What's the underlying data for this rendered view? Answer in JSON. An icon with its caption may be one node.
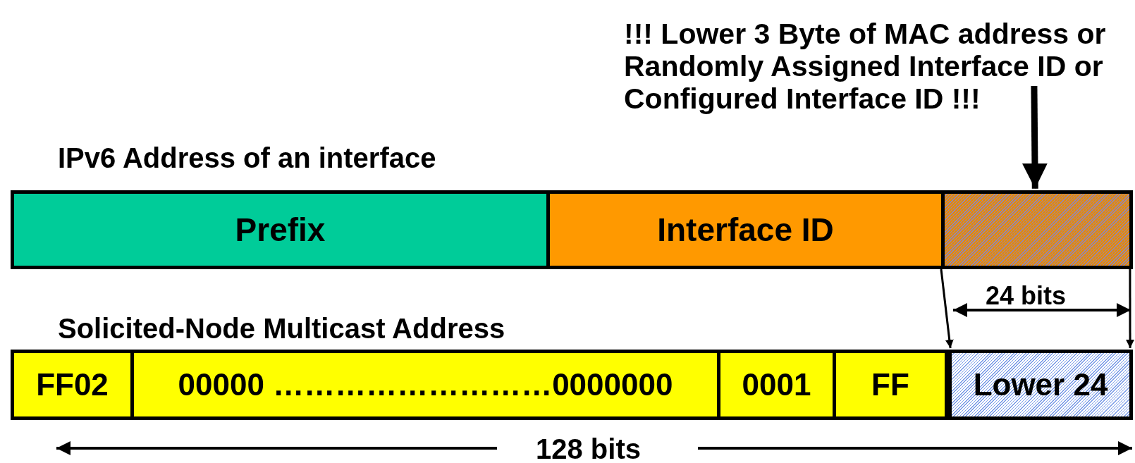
{
  "diagram": {
    "nodes": [
      {
        "text": [
          "Prefix"
        ]
      },
      {
        "text": [
          "Interface ID"
        ]
      },
      {
        "text": [],
        "shape": "box"
      },
      {
        "text": [
          "FF02"
        ]
      },
      {
        "text": [
          "00000 ………………………0000000"
        ]
      },
      {
        "text": [
          "0001"
        ]
      },
      {
        "text": [
          "FF"
        ]
      },
      {
        "text": [
          "Lower 24"
        ]
      },
      {
        "text": [
          "!!! Lower 3 Byte of MAC address or Randomly Assigned Interface ID or Configured Interface ID !!!"
        ]
      }
    ],
    "edges": [
      {
        "from": 8,
        "to": 2,
        "arrow": "to",
        "style": "thick"
      },
      {
        "from": 2,
        "to": 7,
        "arrow": "to"
      },
      {
        "from": 2,
        "to": 7,
        "arrow": "to"
      }
    ],
    "labels": [
      "IPv6 Address of an interface",
      "24 bits",
      "Solicited-Node Multicast Address",
      "128 bits"
    ]
  }
}
